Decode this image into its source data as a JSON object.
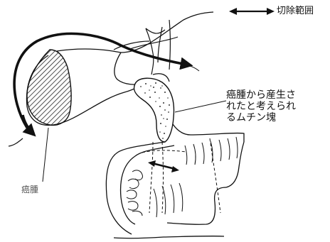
{
  "legend": {
    "text": "切除範囲"
  },
  "labels": {
    "mucin_tumor_lines": [
      "癌腫から産生さ",
      "れたと考えられ",
      "るムチン塊"
    ],
    "tumor": "癌腫"
  },
  "colors": {
    "ink": "#111111",
    "hatch": "#222222",
    "mucin_dots": "#333333",
    "tumor_label": "#555555"
  }
}
